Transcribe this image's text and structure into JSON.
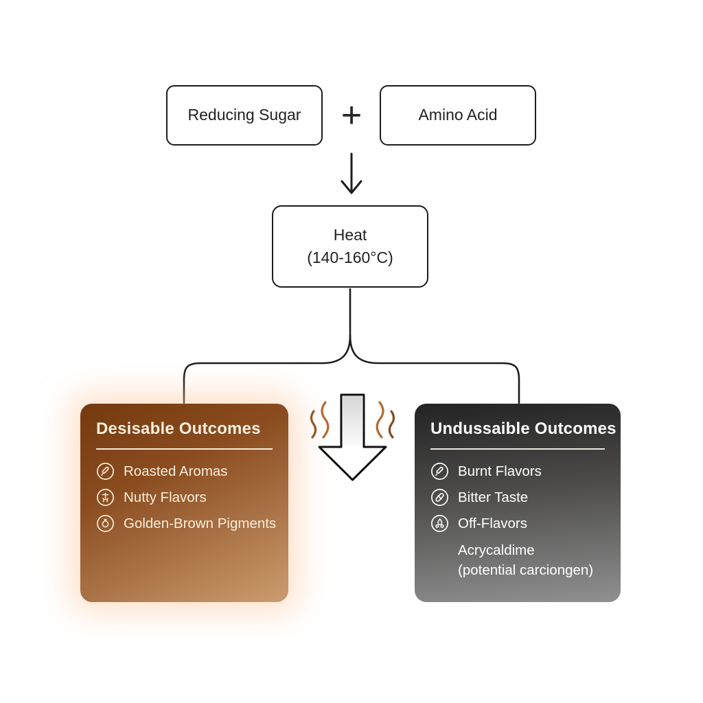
{
  "background_color": "#ffffff",
  "nodes": {
    "reducing_sugar": {
      "label": "Reducing Sugar"
    },
    "plus_sign": "+",
    "amino_acid": {
      "label": "Amino Acid"
    },
    "heat": {
      "label": "Heat",
      "sublabel": "(140-160°C)"
    }
  },
  "connectors": {
    "line_color": "#1c1c1c",
    "heat_wisp_color_dark": "#8a4a1e",
    "heat_wisp_color_light": "#b06a33",
    "arrow_shaft_top": "#d6d6d6",
    "arrow_shaft_bottom": "#fbfbfb"
  },
  "left_box": {
    "title": "Desisable Outcomes",
    "items": [
      {
        "icon": "circled-pencil-icon",
        "label": "Roasted Aromas"
      },
      {
        "icon": "circled-nut-icon",
        "label": "Nutty Flavors"
      },
      {
        "icon": "circled-droplet-icon",
        "label": "Golden-Brown Pigments"
      }
    ],
    "colors": {
      "gradient_top": "#74390f",
      "gradient_bottom": "#cb9c70",
      "glow": "#ffc9a0",
      "text": "#f8eedd"
    }
  },
  "right_box": {
    "title": "Undussaible Outcomes",
    "items": [
      {
        "icon": "circled-pencil-icon",
        "label": "Burnt Flavors"
      },
      {
        "icon": "circled-capsule-icon",
        "label": "Bitter Taste"
      },
      {
        "icon": "circled-flame-icon",
        "label": "Off-Flavors"
      },
      {
        "icon": "none",
        "label": "Acrycaldime",
        "sublabel": "(potential carciongen)"
      }
    ],
    "colors": {
      "gradient_top": "#232323",
      "gradient_bottom": "#909090",
      "text": "#ffffff"
    }
  }
}
